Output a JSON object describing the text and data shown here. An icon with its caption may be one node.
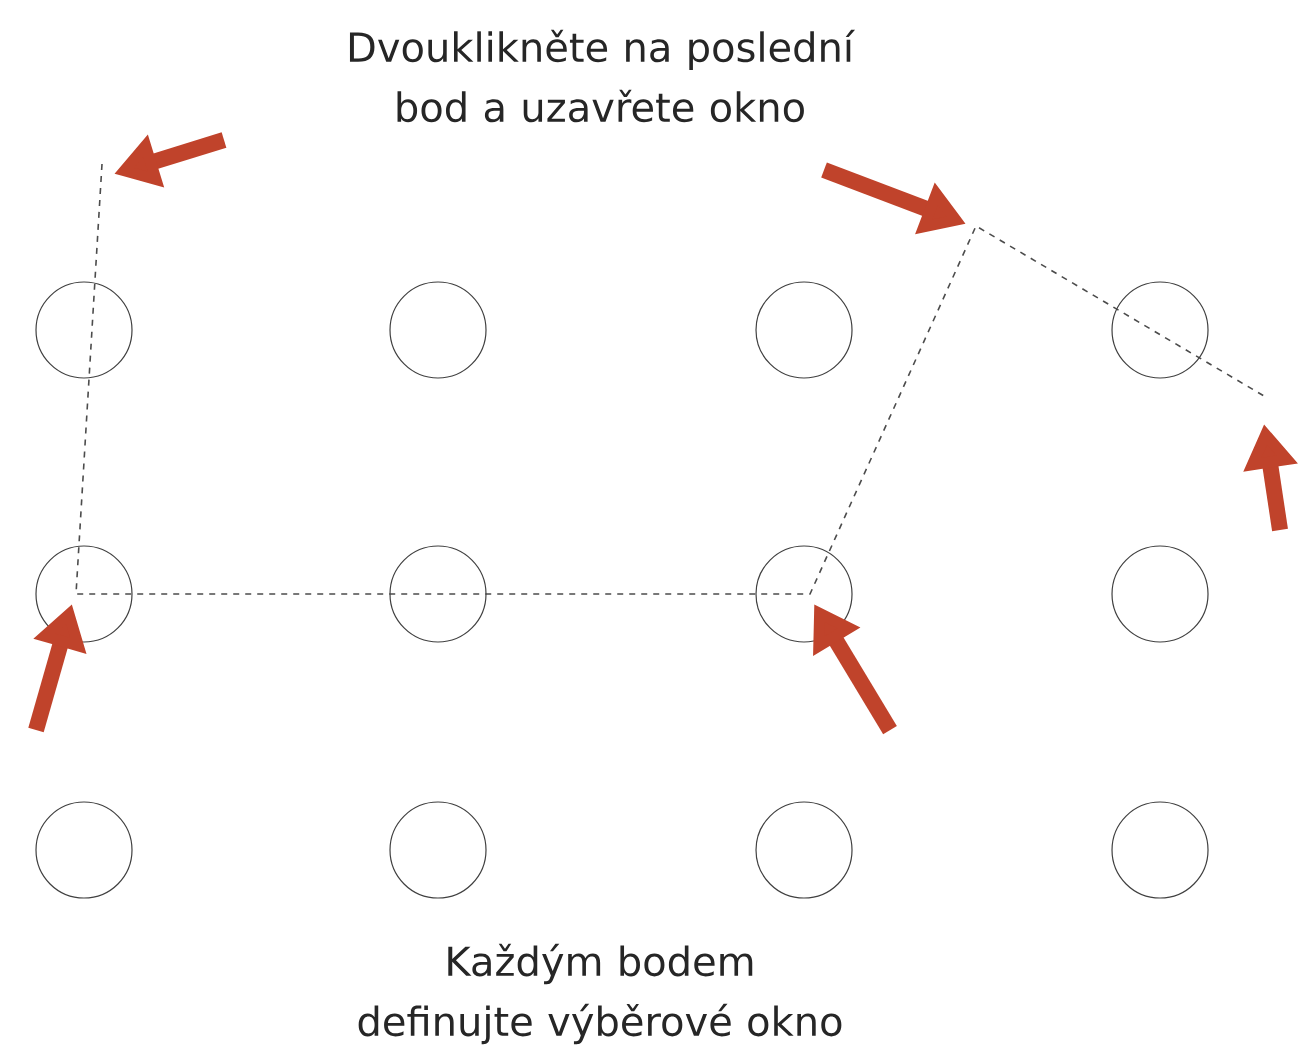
{
  "diagram": {
    "nodes": [
      {
        "text": [],
        "shape": "circle"
      },
      {
        "text": [],
        "shape": "circle"
      },
      {
        "text": [],
        "shape": "circle"
      },
      {
        "text": [],
        "shape": "circle"
      },
      {
        "text": [],
        "shape": "circle"
      },
      {
        "text": [],
        "shape": "circle"
      },
      {
        "text": [],
        "shape": "circle"
      },
      {
        "text": [],
        "shape": "circle"
      },
      {
        "text": [],
        "shape": "circle"
      },
      {
        "text": [],
        "shape": "circle"
      },
      {
        "text": [],
        "shape": "circle"
      },
      {
        "text": [],
        "shape": "circle"
      }
    ],
    "labels": [
      "Dvouklikněte na poslední bod a uzavřete okno",
      "Každým bodem definujte výběrové okno"
    ]
  }
}
